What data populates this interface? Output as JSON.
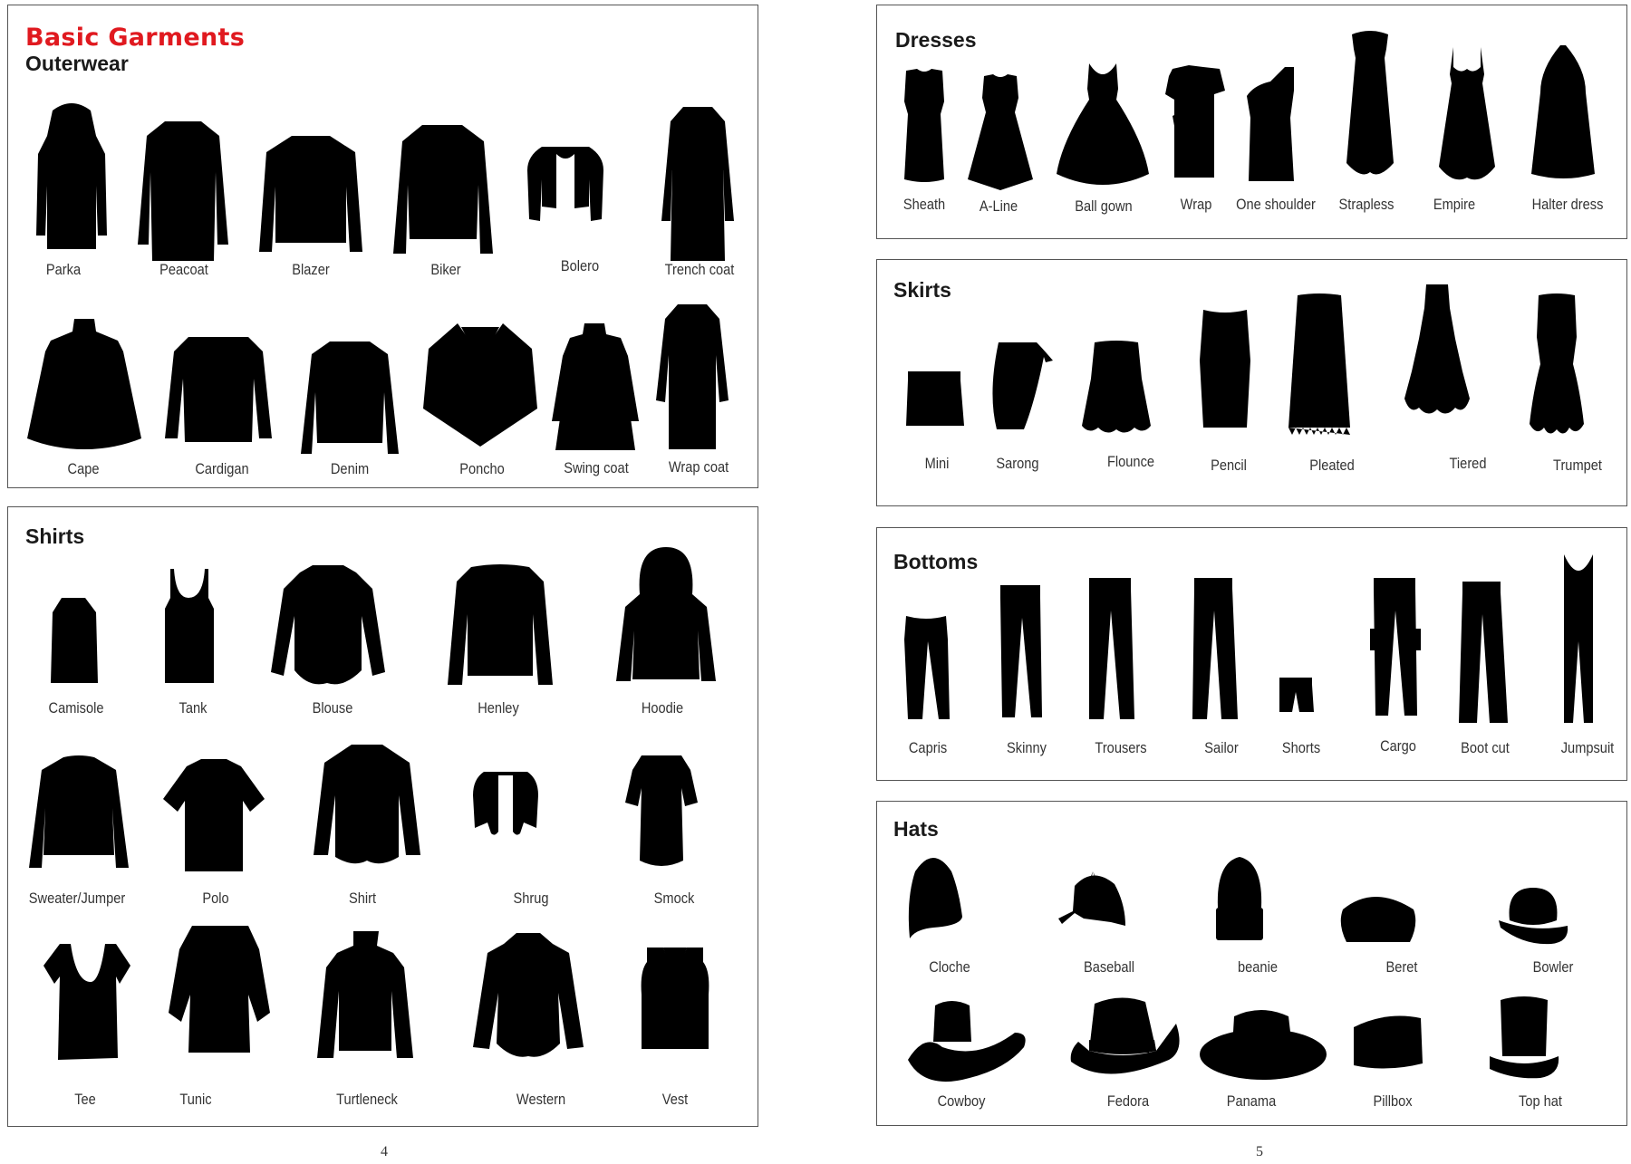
{
  "left_page": {
    "heading": "Basic Garments",
    "page_number": "4",
    "heading_color": "#e0191f",
    "sections": {
      "outerwear": {
        "title": "Outerwear",
        "row1": [
          "Parka",
          "Peacoat",
          "Blazer",
          "Biker",
          "Bolero",
          "Trench coat"
        ],
        "row2": [
          "Cape",
          "Cardigan",
          "Denim",
          "Poncho",
          "Swing coat",
          "Wrap coat"
        ]
      },
      "shirts": {
        "title": "Shirts",
        "row1": [
          "Camisole",
          "Tank",
          "Blouse",
          "Henley",
          "Hoodie"
        ],
        "row2": [
          "Sweater/Jumper",
          "Polo",
          "Shirt",
          "Shrug",
          "Smock"
        ],
        "row3": [
          "Tee",
          "Tunic",
          "Turtleneck",
          "Western",
          "Vest"
        ]
      }
    }
  },
  "right_page": {
    "page_number": "5",
    "sections": {
      "dresses": {
        "title": "Dresses",
        "items": [
          "Sheath",
          "A-Line",
          "Ball gown",
          "Wrap",
          "One shoulder",
          "Strapless",
          "Empire",
          "Halter dress"
        ]
      },
      "skirts": {
        "title": "Skirts",
        "items": [
          "Mini",
          "Sarong",
          "Flounce",
          "Pencil",
          "Pleated",
          "Tiered",
          "Trumpet"
        ]
      },
      "bottoms": {
        "title": "Bottoms",
        "items": [
          "Capris",
          "Skinny",
          "Trousers",
          "Sailor",
          "Shorts",
          "Cargo",
          "Boot cut",
          "Jumpsuit"
        ]
      },
      "hats": {
        "title": "Hats",
        "row1": [
          "Cloche",
          "Baseball",
          "beanie",
          "Beret",
          "Bowler"
        ],
        "row2": [
          "Cowboy",
          "Fedora",
          "Panama",
          "Pillbox",
          "Top hat"
        ]
      }
    }
  }
}
